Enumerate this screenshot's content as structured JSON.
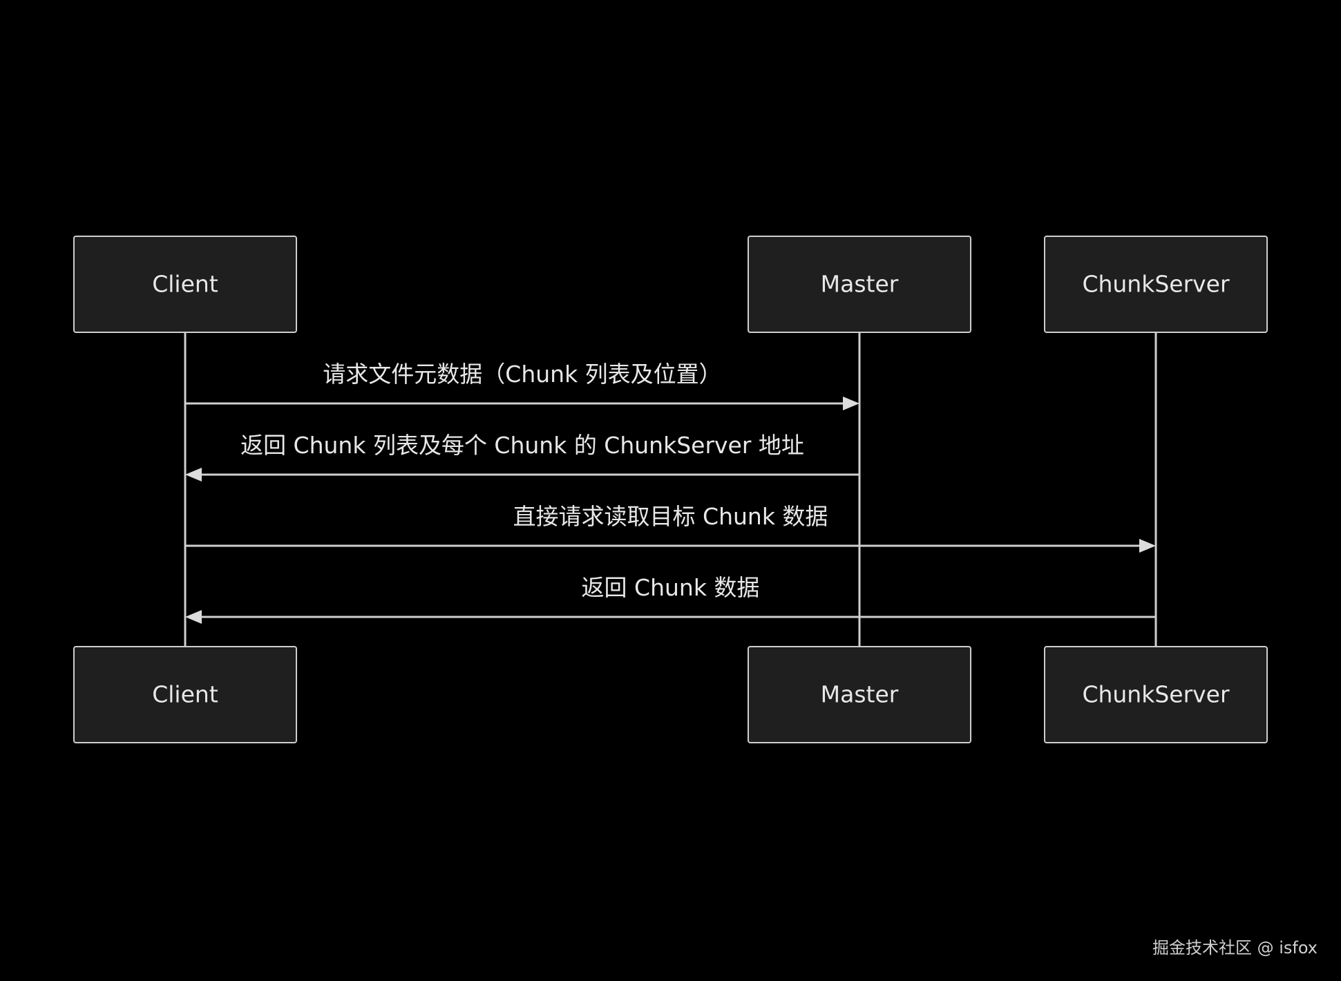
{
  "diagram": {
    "type": "sequence",
    "participants": [
      {
        "id": "client",
        "label": "Client"
      },
      {
        "id": "master",
        "label": "Master"
      },
      {
        "id": "chunkserver",
        "label": "ChunkServer"
      }
    ],
    "messages": [
      {
        "from": "client",
        "to": "master",
        "label": "请求文件元数据（Chunk 列表及位置）"
      },
      {
        "from": "master",
        "to": "client",
        "label": "返回 Chunk 列表及每个 Chunk 的 ChunkServer 地址"
      },
      {
        "from": "client",
        "to": "chunkserver",
        "label": "直接请求读取目标 Chunk 数据"
      },
      {
        "from": "chunkserver",
        "to": "client",
        "label": "返回 Chunk 数据"
      }
    ]
  },
  "watermark": "掘金技术社区 @ isfox",
  "colors": {
    "background": "#000000",
    "box_fill": "#1f1f1f",
    "line": "#cfcfcf",
    "text": "#e8e8e8"
  }
}
